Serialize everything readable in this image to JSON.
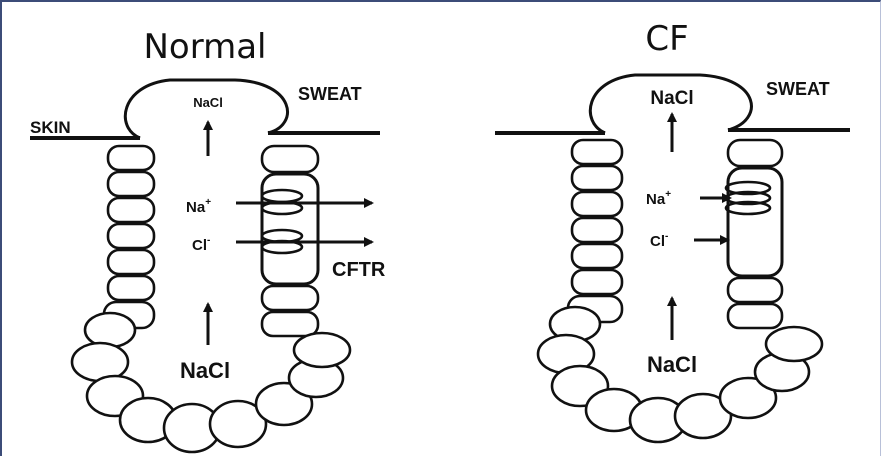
{
  "left": {
    "title": "Normal",
    "skin_label": "SKIN",
    "sweat_label": "SWEAT",
    "top_nacl": "NaCl",
    "na_label": "Na",
    "na_sup": "+",
    "cl_label": "Cl",
    "cl_sup": "-",
    "channel_label": "CFTR",
    "bottom_nacl": "NaCl"
  },
  "right": {
    "title": "CF",
    "sweat_label": "SWEAT",
    "top_nacl": "NaCl",
    "na_label": "Na",
    "na_sup": "+",
    "cl_label": "Cl",
    "cl_sup": "-",
    "bottom_nacl": "NaCl"
  }
}
